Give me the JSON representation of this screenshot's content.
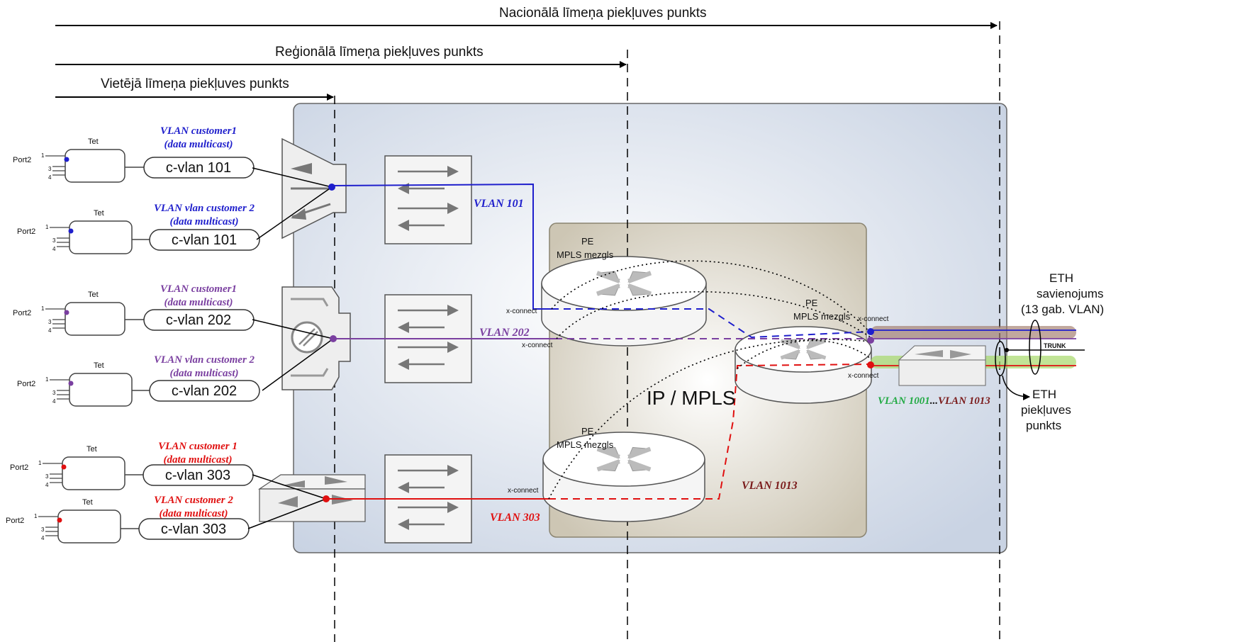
{
  "levels": {
    "national": "Nacionālā līmeņa piekļuves punkts",
    "regional": "Reģionālā līmeņa piekļuves punkts",
    "local": "Vietējā līmeņa piekļuves punkts"
  },
  "customers": [
    {
      "port_label": "Port2",
      "device_label": "Tet",
      "pins": [
        "1",
        "3",
        "4"
      ],
      "vlan_title_1": "VLAN customer1",
      "vlan_title_2": "(data multicast)",
      "cvlan": "c-vlan 101",
      "color": "#1f1fcc"
    },
    {
      "port_label": "Port2",
      "device_label": "Tet",
      "pins": [
        "1",
        "3",
        "4"
      ],
      "vlan_title_1": "VLAN vlan customer 2",
      "vlan_title_2": "(data multicast)",
      "cvlan": "c-vlan 101",
      "color": "#1f1fcc"
    },
    {
      "port_label": "Port2",
      "device_label": "Tet",
      "pins": [
        "1",
        "3",
        "4"
      ],
      "vlan_title_1": "VLAN customer1",
      "vlan_title_2": "(data multicast)",
      "cvlan": "c-vlan 202",
      "color": "#7a3fa0"
    },
    {
      "port_label": "Port2",
      "device_label": "Tet",
      "pins": [
        "1",
        "3",
        "4"
      ],
      "vlan_title_1": "VLAN vlan customer 2",
      "vlan_title_2": "(data multicast)",
      "cvlan": "c-vlan 202",
      "color": "#7a3fa0"
    },
    {
      "port_label": "Port2",
      "device_label": "Tet",
      "pins": [
        "1",
        "3",
        "4"
      ],
      "vlan_title_1": "VLAN customer 1",
      "vlan_title_2": "(data multicast)",
      "cvlan": "c-vlan 303",
      "color": "#e01010"
    },
    {
      "port_label": "Port2",
      "device_label": "Tet",
      "pins": [
        "1",
        "3",
        "4"
      ],
      "vlan_title_1": "VLAN customer 2",
      "vlan_title_2": "(data multicast)",
      "cvlan": "c-vlan 303",
      "color": "#e01010"
    }
  ],
  "vlans": {
    "v101": "VLAN 101",
    "v202": "VLAN 202",
    "v303": "VLAN 303",
    "v1013": "VLAN 1013",
    "range_start": "VLAN 1001",
    "range_sep": "...",
    "range_end": "VLAN 1013"
  },
  "core": {
    "label": "IP / MPLS",
    "pe_line1": "PE",
    "pe_line2": "MPLS mezgls",
    "xconnect": "x-connect"
  },
  "eth": {
    "conn_1": "ETH",
    "conn_2": "savienojums",
    "conn_3": "(13 gab. VLAN)",
    "trunk": "TRUNK",
    "access_1": "ETH",
    "access_2": "piekļuves",
    "access_3": "punkts"
  },
  "colors": {
    "blue": "#1f1fcc",
    "purple": "#7a3fa0",
    "red": "#e01010",
    "green": "#22aa44",
    "dark_red": "#7a1a1a",
    "panel": "#dde4ee",
    "core_box": "#d8d2c4"
  }
}
